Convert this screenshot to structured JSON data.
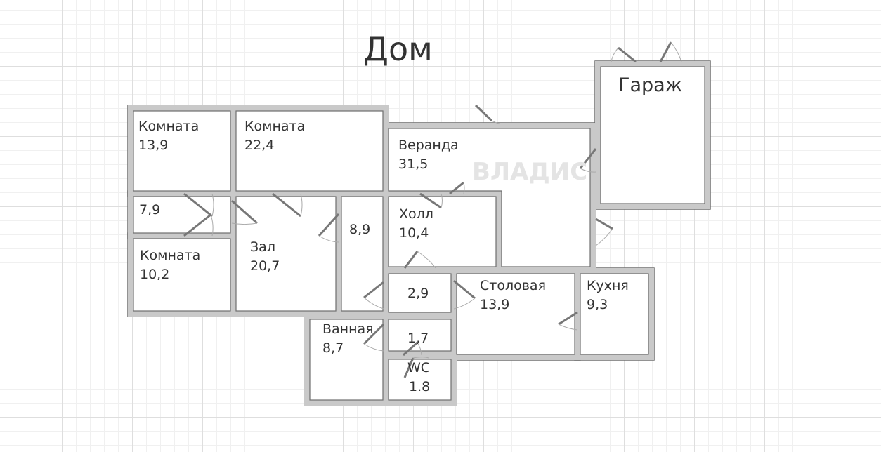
{
  "title": "Дом",
  "watermark": "ВЛАДИС",
  "colors": {
    "wall": "#c9c9c9",
    "wall_outline": "#6f6f6f",
    "room": "#ffffff",
    "text": "#333333"
  },
  "rooms": [
    {
      "name": "Комната",
      "area": "13,9"
    },
    {
      "name": "Комната",
      "area": "22,4"
    },
    {
      "name": "",
      "area": "7,9"
    },
    {
      "name": "Комната",
      "area": "10,2"
    },
    {
      "name": "Зал",
      "area": "20,7"
    },
    {
      "name": "",
      "area": "8,9"
    },
    {
      "name": "Веранда",
      "area": "31,5"
    },
    {
      "name": "Холл",
      "area": "10,4"
    },
    {
      "name": "Гараж",
      "area": ""
    },
    {
      "name": "",
      "area": "2,9"
    },
    {
      "name": "Столовая",
      "area": "13,9"
    },
    {
      "name": "Кухня",
      "area": "9,3"
    },
    {
      "name": "Ванная",
      "area": "8,7"
    },
    {
      "name": "",
      "area": "1,7"
    },
    {
      "name": "WC",
      "area": "1.8"
    }
  ]
}
